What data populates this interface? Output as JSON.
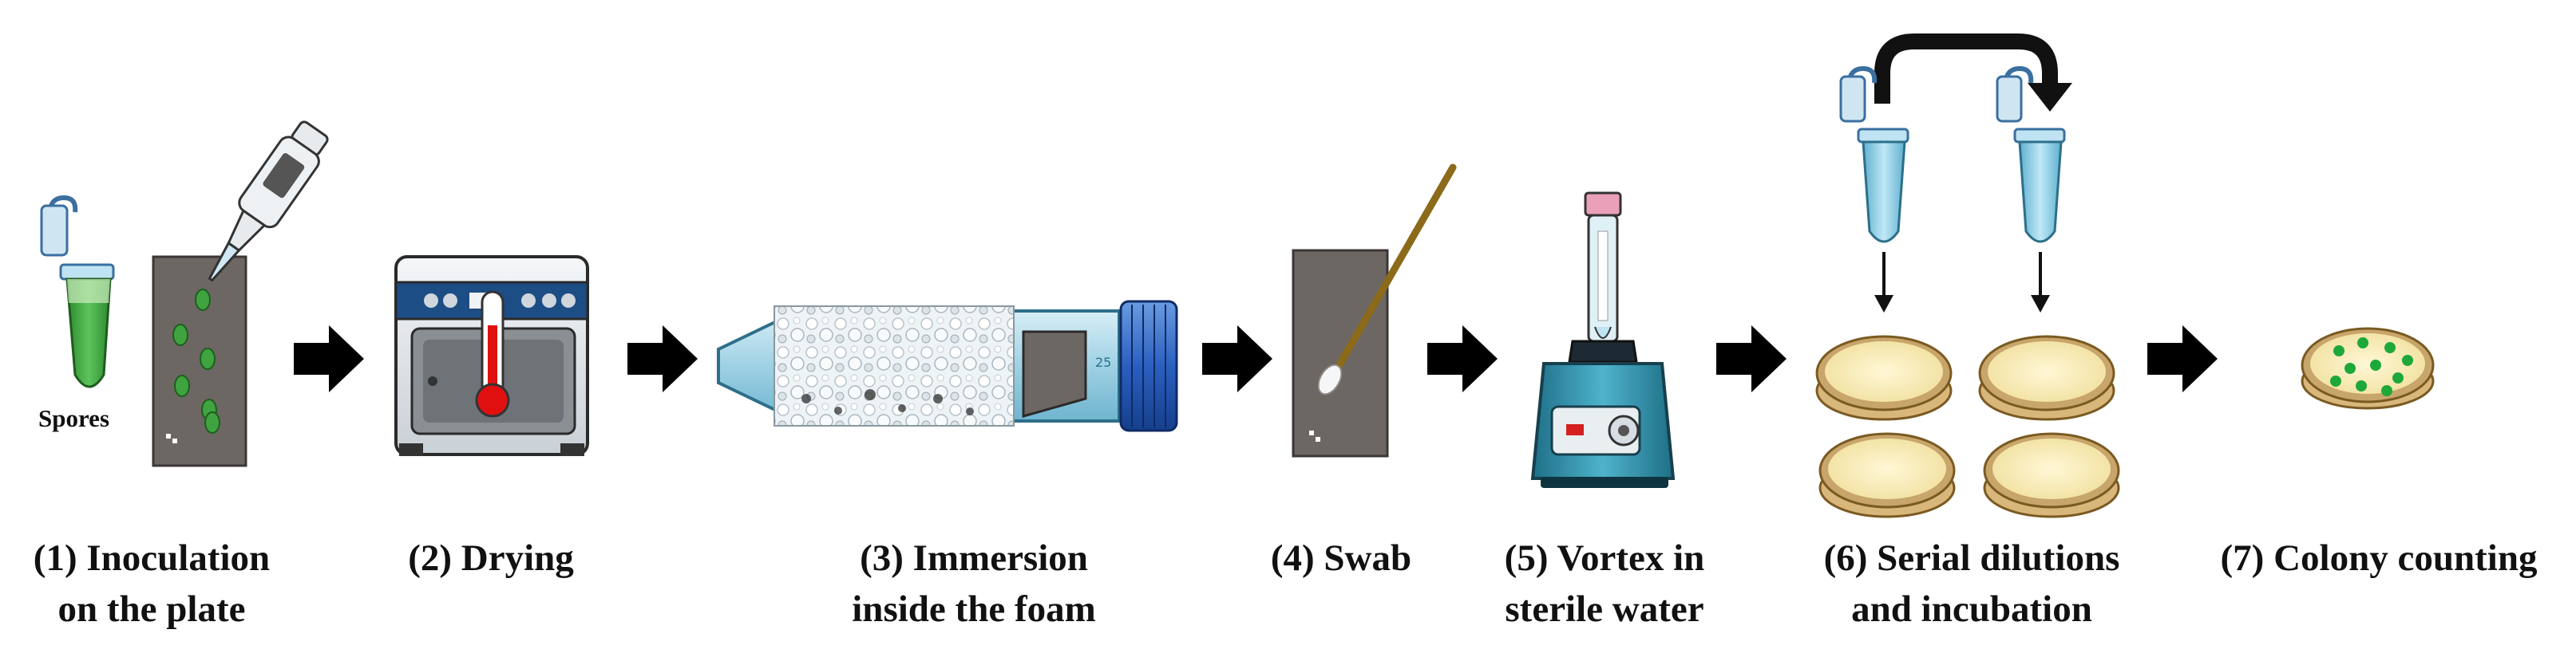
{
  "diagram": {
    "spores_label": "Spores",
    "colors": {
      "plate": "#6d6764",
      "arrow": "#000000",
      "tube_liquid_green": "#3aa13a",
      "tube_liquid_blue": "#8fd0e8",
      "dish_rim": "#c8a56b",
      "dish_agar": "#fbf2c4",
      "colony": "#1fa83a",
      "thermometer_red": "#e01010",
      "swab_stick": "#8b6a1a",
      "vortex_body": "#2f8fa8"
    },
    "steps": [
      {
        "line1": "(1) Inoculation",
        "line2": "on the plate"
      },
      {
        "line1": "(2) Drying",
        "line2": ""
      },
      {
        "line1": "(3) Immersion",
        "line2": "inside the foam"
      },
      {
        "line1": "(4) Swab",
        "line2": ""
      },
      {
        "line1": "(5) Vortex in",
        "line2": "sterile water"
      },
      {
        "line1": "(6) Serial dilutions",
        "line2": "and incubation"
      },
      {
        "line1": "(7) Colony counting",
        "line2": ""
      }
    ],
    "colony_count": 10
  }
}
